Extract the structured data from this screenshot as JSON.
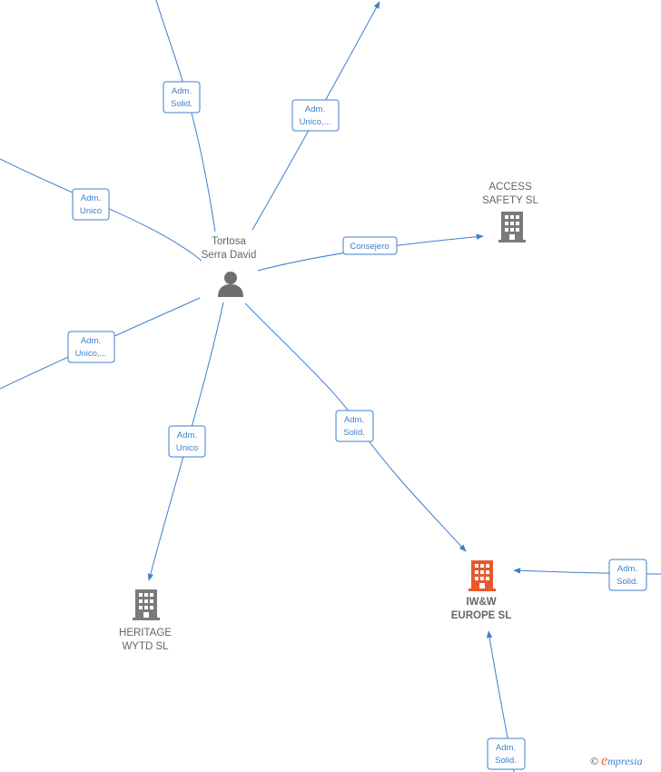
{
  "colors": {
    "edge": "#3d7fcc",
    "company": "#7a7a7a",
    "company_main": "#e8582c",
    "person": "#6e6e6e"
  },
  "nodes": {
    "person": {
      "line1": "Tortosa",
      "line2": "Serra David",
      "icon": "person-icon"
    },
    "access": {
      "line1": "ACCESS",
      "line2": "SAFETY  SL",
      "icon": "building-icon"
    },
    "iww": {
      "line1": "IW&W",
      "line2": "EUROPE  SL",
      "icon": "building-icon"
    },
    "heritage": {
      "line1": "HERITAGE",
      "line2": "WYTD  SL",
      "icon": "building-icon"
    }
  },
  "edges": {
    "e_top_left": {
      "line1": "Adm.",
      "line2": "Solid."
    },
    "e_top_right": {
      "line1": "Adm.",
      "line2": "Unico,..."
    },
    "e_left_upper": {
      "line1": "Adm.",
      "line2": "Unico"
    },
    "e_left_lower": {
      "line1": "Adm.",
      "line2": "Unico,..."
    },
    "e_access": {
      "line1": "Consejero"
    },
    "e_heritage": {
      "line1": "Adm.",
      "line2": "Unico"
    },
    "e_iww": {
      "line1": "Adm.",
      "line2": "Solid."
    },
    "e_right_iww": {
      "line1": "Adm.",
      "line2": "Solid."
    },
    "e_bottom_iww": {
      "line1": "Adm.",
      "line2": "Solid."
    }
  },
  "footer": {
    "copyright": "©",
    "brand_initial": "e",
    "brand_rest": "mpresia"
  }
}
